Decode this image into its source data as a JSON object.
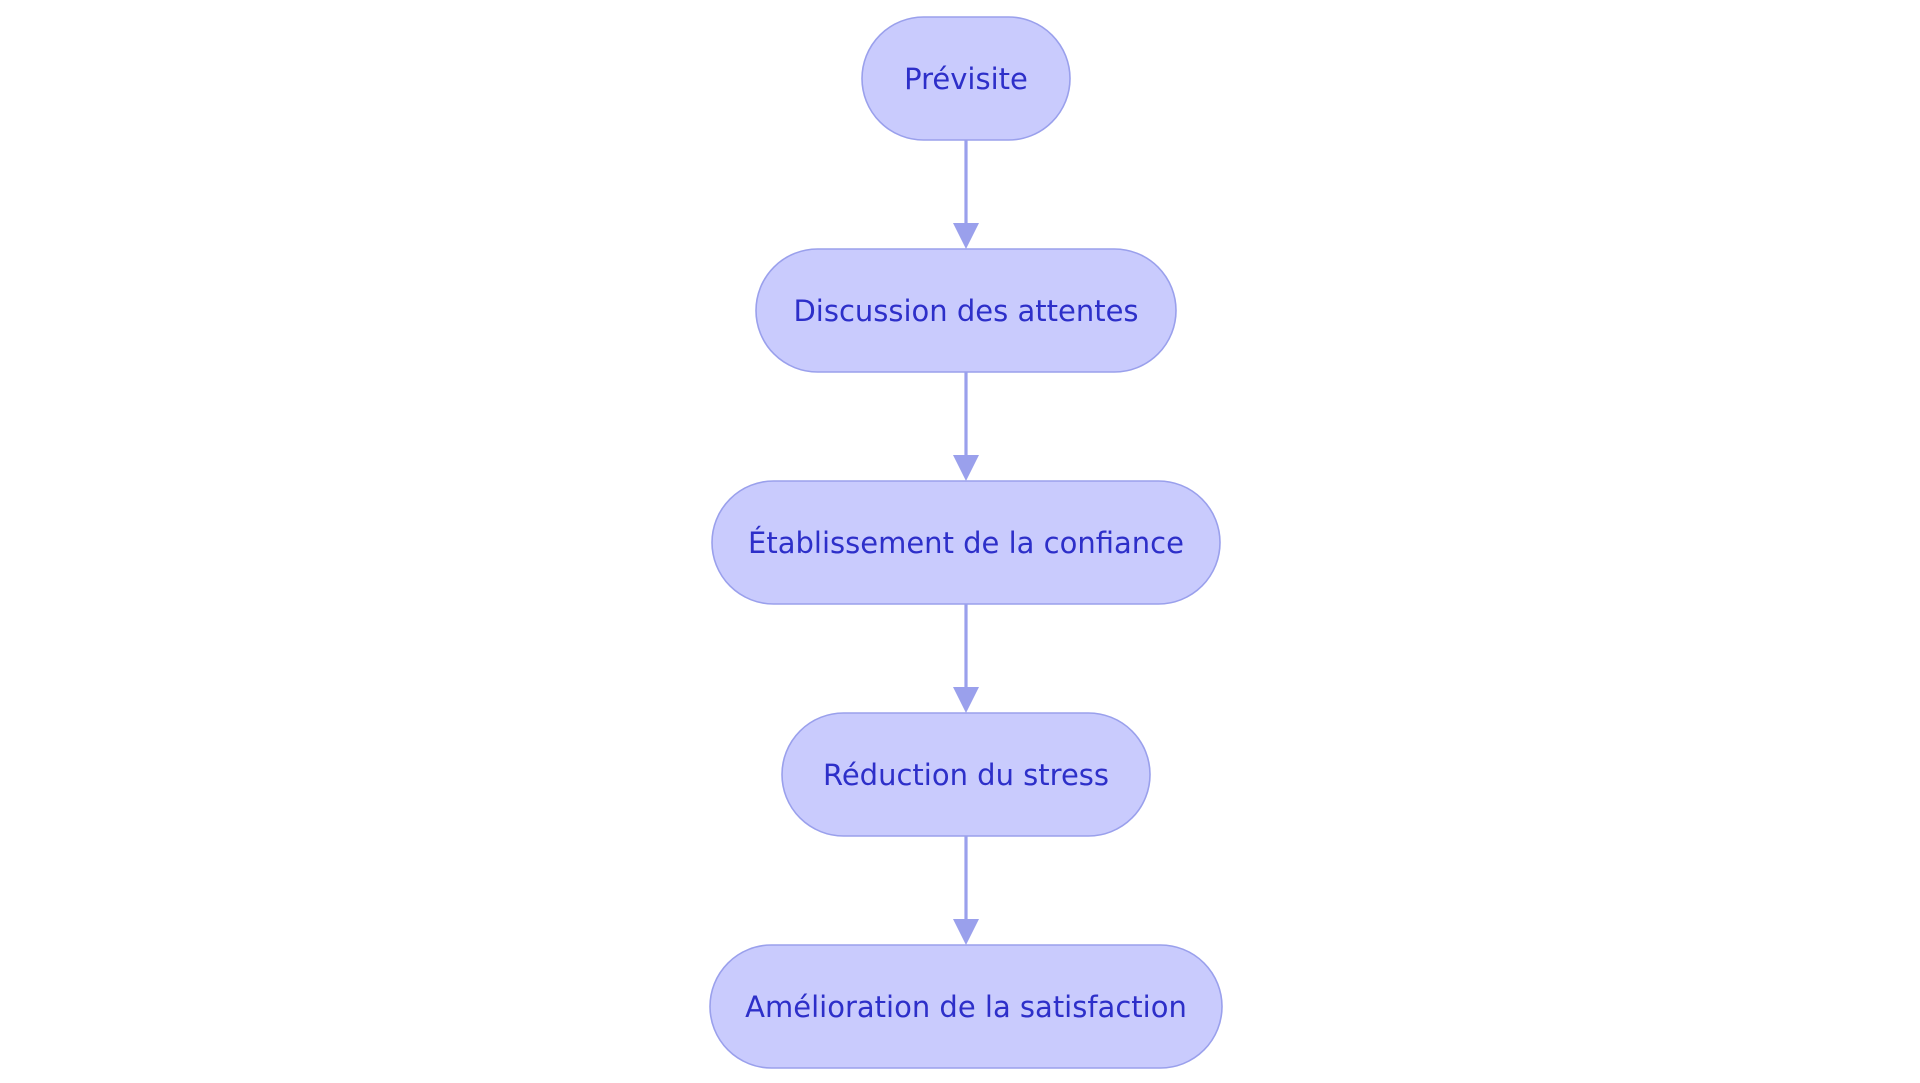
{
  "flowchart": {
    "nodes": [
      {
        "id": "n1",
        "label": "Prévisite"
      },
      {
        "id": "n2",
        "label": "Discussion des attentes"
      },
      {
        "id": "n3",
        "label": "Établissement de la confiance"
      },
      {
        "id": "n4",
        "label": "Réduction du stress"
      },
      {
        "id": "n5",
        "label": "Amélioration de la satisfaction"
      }
    ],
    "edges": [
      {
        "from": "n1",
        "to": "n2"
      },
      {
        "from": "n2",
        "to": "n3"
      },
      {
        "from": "n3",
        "to": "n4"
      },
      {
        "from": "n4",
        "to": "n5"
      }
    ]
  },
  "colors": {
    "node_fill": "#C9CBFD",
    "node_stroke": "#9AA0EC",
    "text": "#2D2FC9",
    "edge": "#9AA0EC",
    "background": "#FFFFFF"
  }
}
